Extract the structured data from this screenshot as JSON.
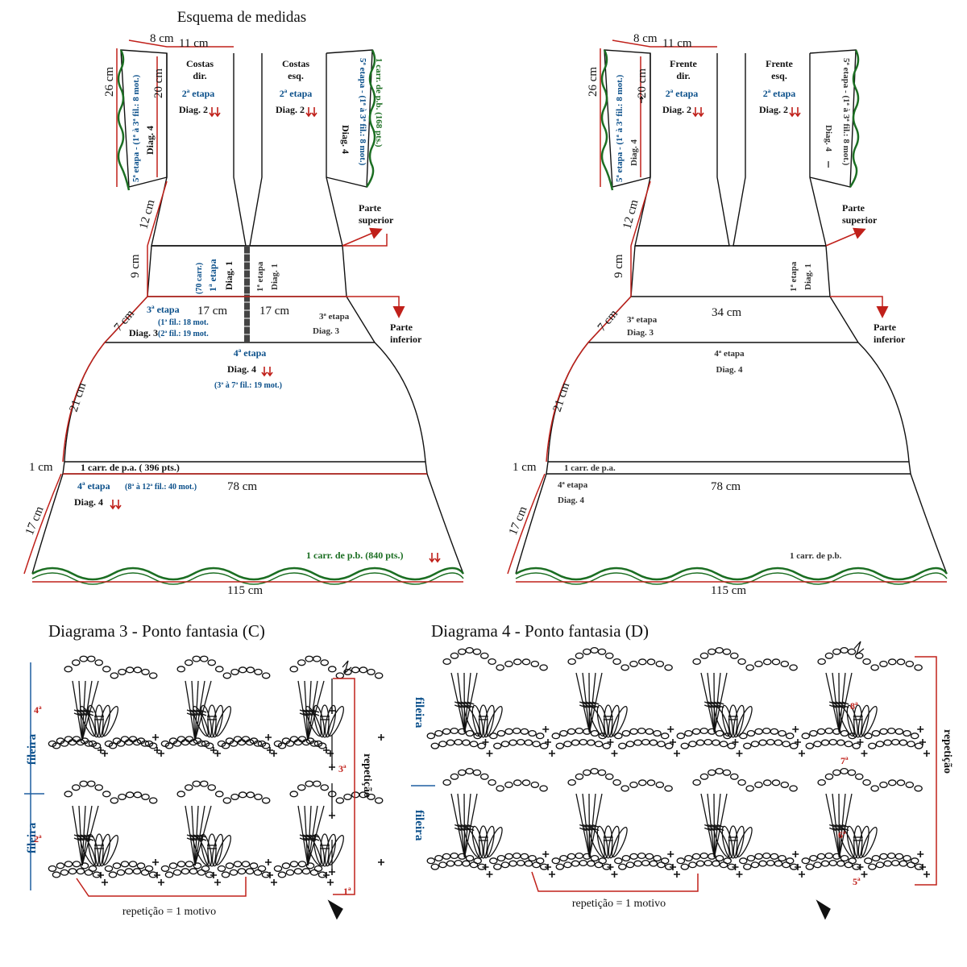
{
  "title": "Esquema de medidas",
  "colors": {
    "outline": "#111111",
    "red": "#c0201a",
    "blue": "#0a4f8a",
    "green": "#1b6e22"
  },
  "left_panel": {
    "dims": {
      "w8": "8 cm",
      "w11": "11 cm",
      "h26": "26 cm",
      "h20": "20 cm",
      "h12": "12 cm",
      "h9": "9 cm",
      "h7": "7 cm",
      "w17a": "17 cm",
      "w17b": "17 cm",
      "h21": "21 cm",
      "h1": "1 cm",
      "w78": "78 cm",
      "h17": "17 cm",
      "w115": "115 cm"
    },
    "costas_dir": "Costas",
    "costas_dir2": "dir.",
    "costas_esq": "Costas",
    "costas_esq2": "esq.",
    "etapa2": "2ª etapa",
    "diag2": "Diag. 2",
    "etapa5_left": "5ª etapa - (1ª à 3ª fil.: 8 mot.)",
    "diag4_left": "Diag. 4",
    "etapa5_right": "5ª etapa - (1ª à 3ª fil.: 8 mot.)",
    "diag4_right": "Diag. 4",
    "carr_168": "1 carr. de p.b. (168 pts.)",
    "parte_superior": "Parte",
    "parte_superior2": "superior",
    "parte_inferior": "Parte",
    "parte_inferior2": "inferior",
    "etapa1_carr": "(70 carr.)",
    "etapa1": "1ª etapa",
    "diag1": "Diag. 1",
    "etapa1_b": "1ª etapa",
    "diag1_b": "Diag. 1",
    "etapa3": "3ª etapa",
    "etapa3_f1": "(1ª fil.: 18 mot.",
    "etapa3_f2": "(2ª fil.: 19 mot.",
    "diag3": "Diag. 3",
    "etapa3_b": "3ª etapa",
    "diag3_b": "Diag. 3",
    "etapa4": "4ª etapa",
    "diag4": "Diag. 4",
    "etapa4_f": "(3ª à 7ª fil.: 19 mot.)",
    "carr_pa": "1 carr. de p.a. ( 396 pts.)",
    "etapa4_b": "4ª etapa",
    "etapa4_b_f": "(8ª à 12ª fil.: 40 mot.)",
    "diag4_b": "Diag. 4",
    "carr_840": "1 carr. de p.b. (840 pts.)"
  },
  "right_panel": {
    "dims": {
      "w8": "8 cm",
      "w11": "11 cm",
      "h26": "26 cm",
      "h20": "20 cm",
      "h12": "12 cm",
      "h9": "9 cm",
      "h7": "7 cm",
      "w34": "34 cm",
      "h21": "21 cm",
      "h1": "1 cm",
      "w78": "78 cm",
      "h17": "17 cm",
      "w115": "115 cm"
    },
    "frente_dir": "Frente",
    "frente_dir2": "dir.",
    "frente_esq": "Frente",
    "frente_esq2": "esq.",
    "etapa2": "2ª etapa",
    "diag2": "Diag. 2",
    "etapa5_left": "5ª etapa - (1ª à 3ª fil.: 8 mot.)",
    "diag4_left": "Diag. 4",
    "etapa5_right": "5ª etapa - (1ª à 3ª fil.: 8 mot.)",
    "diag4_right": "Diag. 4",
    "parte_superior": "Parte",
    "parte_superior2": "superior",
    "parte_inferior": "Parte",
    "parte_inferior2": "inferior",
    "etapa1": "1ª etapa",
    "diag1": "Diag. 1",
    "etapa3": "3ª etapa",
    "diag3": "Diag. 3",
    "etapa4": "4ª etapa",
    "diag4": "Diag. 4",
    "carr_pa": "1 carr. de p.a.",
    "etapa4_b": "4ª etapa",
    "diag4_b": "Diag. 4",
    "carr_pb": "1 carr. de p.b."
  },
  "diagram3": {
    "title": "Diagrama 3 - Ponto fantasia (C)",
    "fileira_top": "fileira",
    "fileira_bottom": "fileira",
    "row_labels": [
      "4ª",
      "3ª",
      "2ª",
      "1ª"
    ],
    "repeticao": "repetição",
    "motivo": "repetição = 1 motivo"
  },
  "diagram4": {
    "title": "Diagrama 4 - Ponto fantasia (D)",
    "fileira_top": "fileira",
    "fileira_bottom": "fileira",
    "row_labels": [
      "8ª",
      "7ª",
      "6ª",
      "5ª"
    ],
    "repeticao": "repetição",
    "motivo": "repetição = 1 motivo"
  }
}
